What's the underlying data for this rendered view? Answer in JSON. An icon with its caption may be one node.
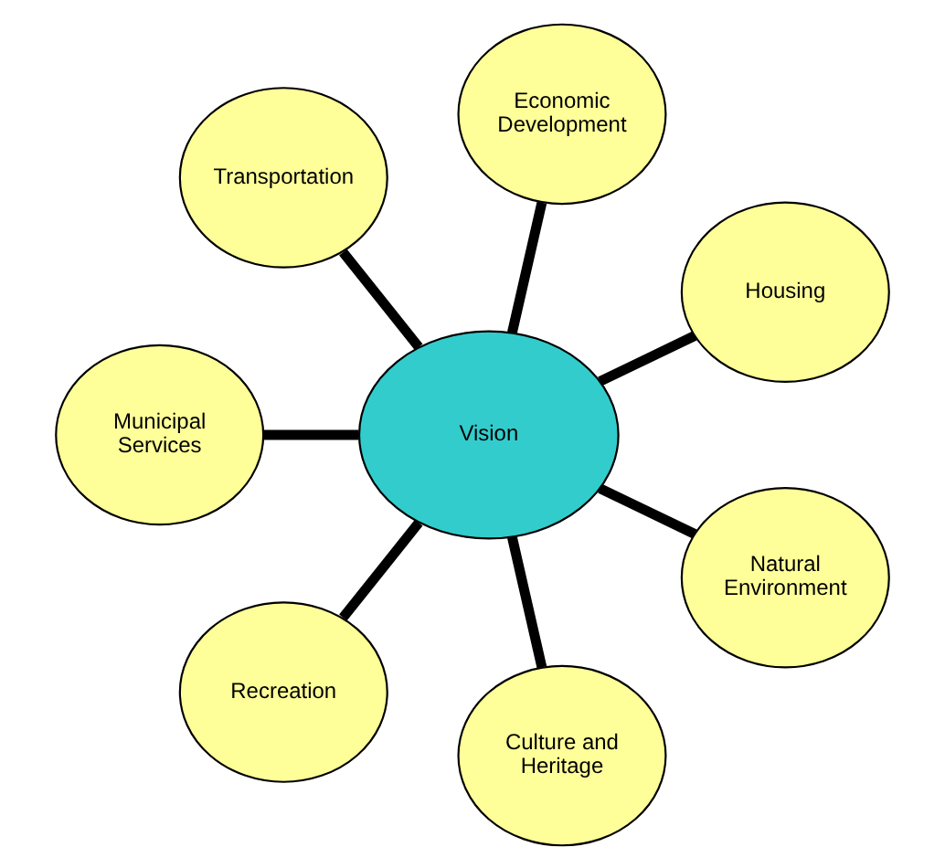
{
  "diagram": {
    "nodes": [
      {
        "text": [
          "Vision"
        ]
      },
      {
        "text": [
          "Housing"
        ]
      },
      {
        "text": [
          "Economic Development"
        ]
      },
      {
        "text": [
          "Transportation"
        ]
      },
      {
        "text": [
          "Municipal Services"
        ]
      },
      {
        "text": [
          "Recreation"
        ]
      },
      {
        "text": [
          "Culture and Heritage"
        ]
      },
      {
        "text": [
          "Natural Environment"
        ]
      }
    ],
    "edges": [
      {
        "from": 0,
        "to": 1,
        "arrow": "none"
      },
      {
        "from": 0,
        "to": 2,
        "arrow": "none"
      },
      {
        "from": 0,
        "to": 3,
        "arrow": "none"
      },
      {
        "from": 0,
        "to": 4,
        "arrow": "none"
      },
      {
        "from": 0,
        "to": 5,
        "arrow": "none"
      },
      {
        "from": 0,
        "to": 6,
        "arrow": "none"
      },
      {
        "from": 0,
        "to": 7,
        "arrow": "none"
      }
    ]
  }
}
